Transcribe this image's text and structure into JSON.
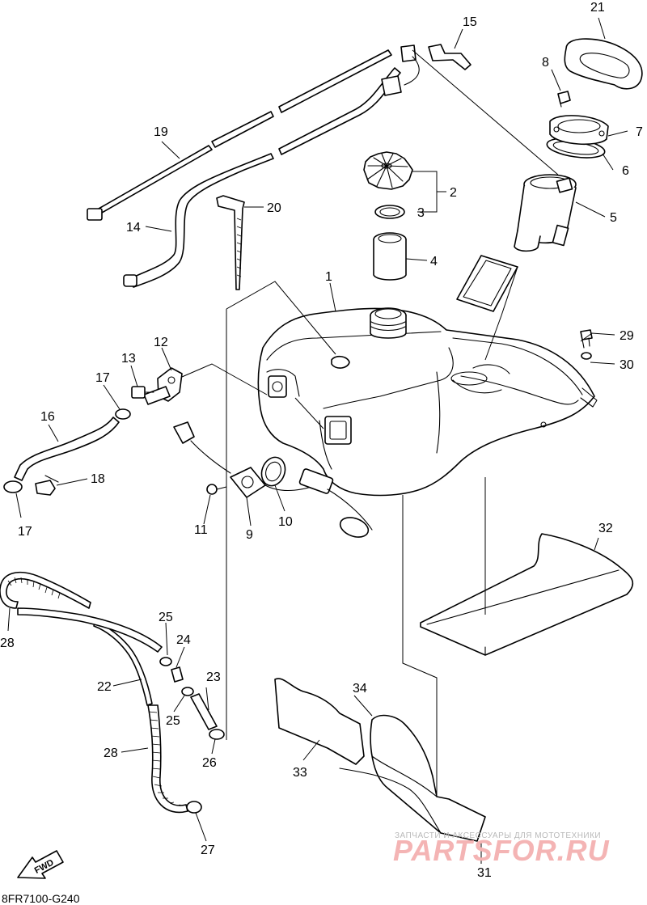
{
  "diagram": {
    "code": "8FR7100-G240",
    "fwd_label": "FWD",
    "watermark": {
      "tagline": "ЗАПЧАСТИ И АКСЕССУАРЫ ДЛЯ МОТОТЕХНИКИ",
      "brand": "PARTSFOR.RU"
    },
    "callouts": [
      "1",
      "2",
      "3",
      "4",
      "5",
      "6",
      "7",
      "8",
      "9",
      "10",
      "11",
      "12",
      "13",
      "14",
      "15",
      "16",
      "17",
      "17",
      "18",
      "19",
      "20",
      "21",
      "22",
      "23",
      "24",
      "25",
      "25",
      "26",
      "27",
      "28",
      "28",
      "29",
      "30",
      "31",
      "32",
      "33",
      "34"
    ]
  }
}
